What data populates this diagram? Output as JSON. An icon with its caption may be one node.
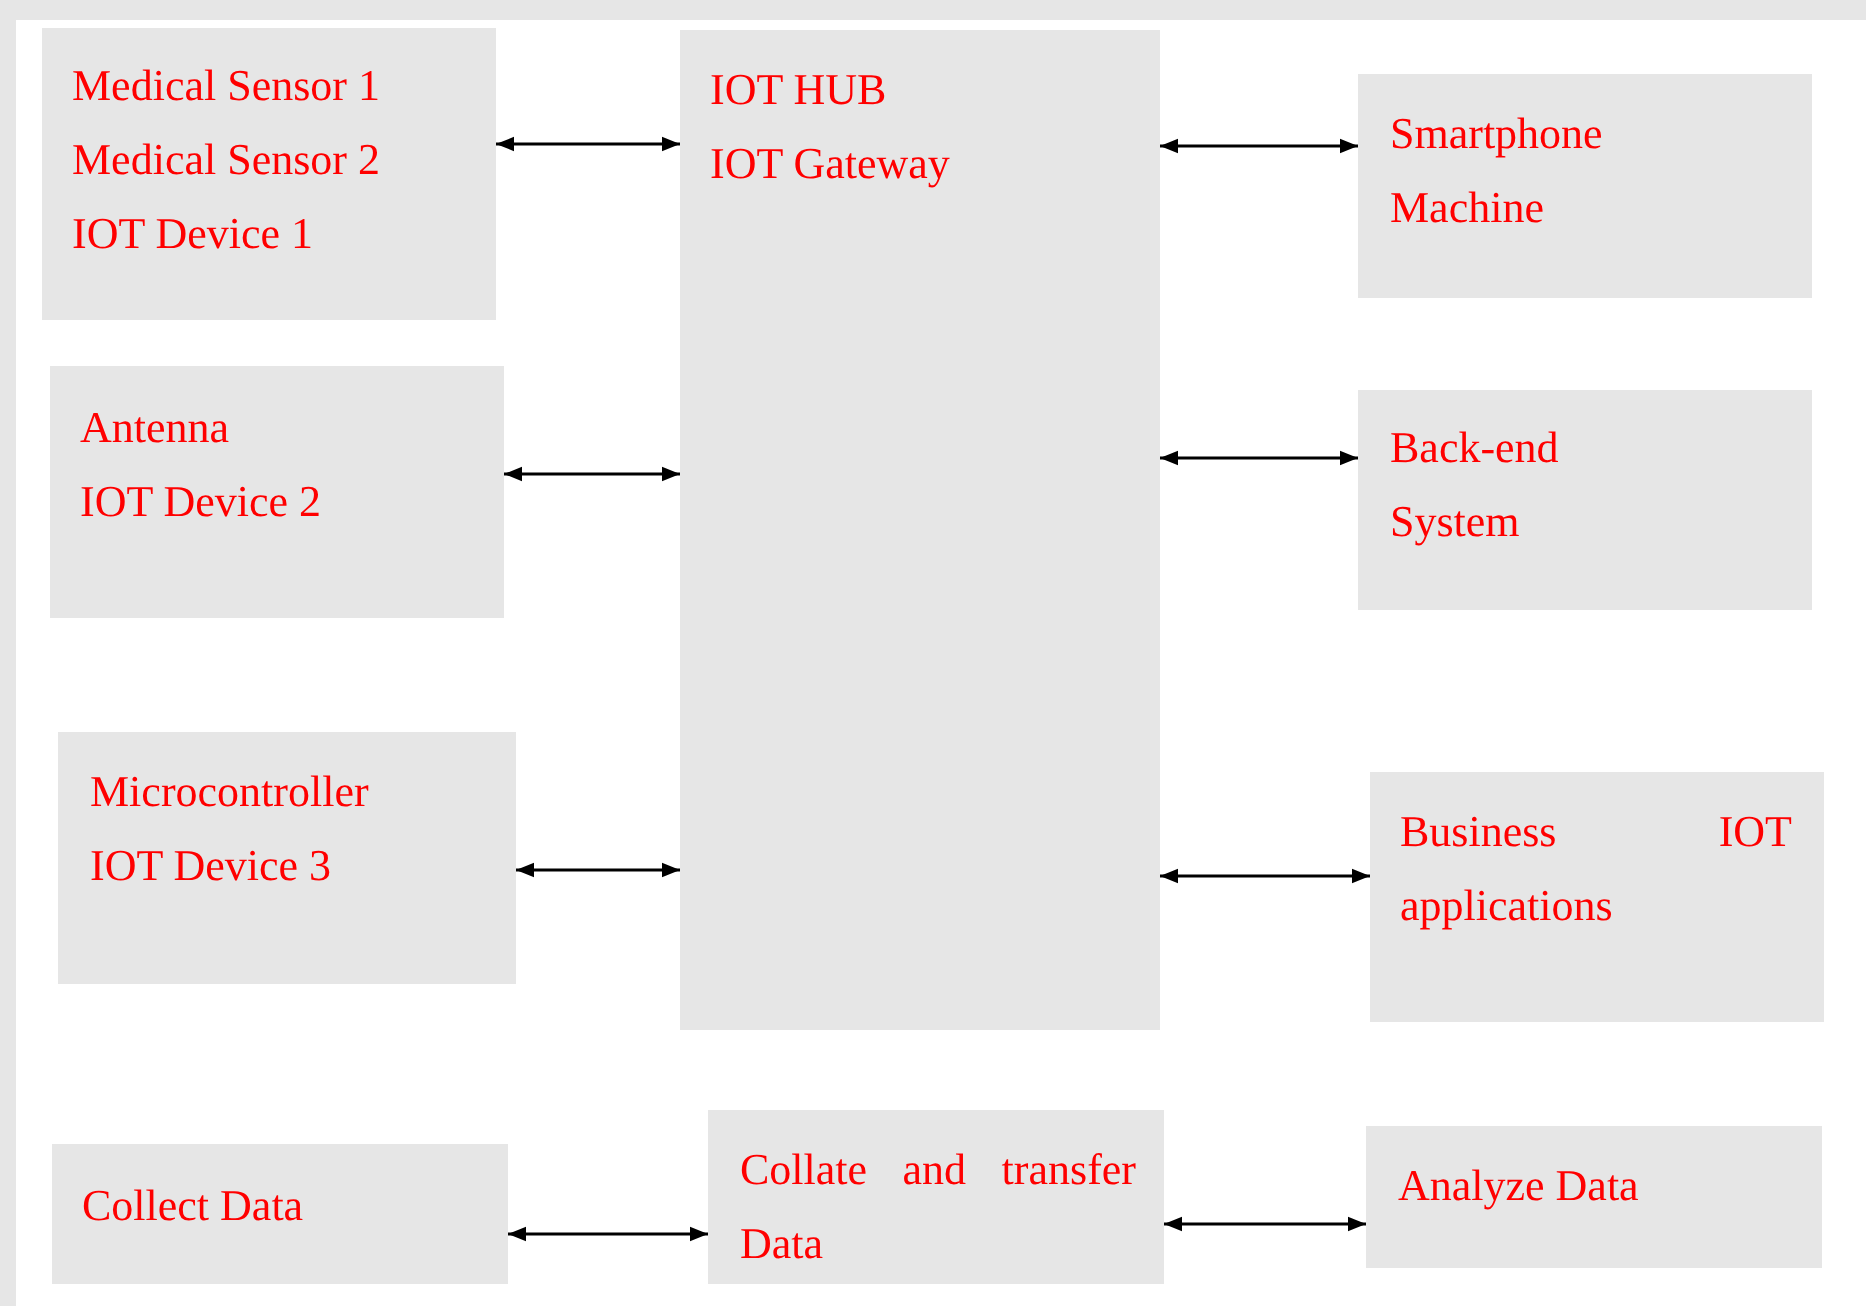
{
  "diagram": {
    "nodes": [
      {
        "text": [
          "Medical Sensor 1",
          "Medical Sensor 2",
          "IOT Device 1"
        ]
      },
      {
        "text": [
          "IOT HUB",
          "IOT Gateway"
        ]
      },
      {
        "text": [
          "Smartphone",
          "Machine"
        ]
      },
      {
        "text": [
          "Antenna",
          "IOT Device 2"
        ]
      },
      {
        "text": [
          "Back-end System"
        ]
      },
      {
        "text": [
          "Microcontroller",
          "IOT Device 3"
        ]
      },
      {
        "text": [
          "Business IOT applications"
        ]
      },
      {
        "text": [
          "Collect Data"
        ]
      },
      {
        "text": [
          "Collate and transfer Data"
        ]
      },
      {
        "text": [
          "Analyze Data"
        ]
      }
    ],
    "edges": [
      {
        "from": 0,
        "to": 1,
        "arrow": "both"
      },
      {
        "from": 3,
        "to": 1,
        "arrow": "both"
      },
      {
        "from": 5,
        "to": 1,
        "arrow": "both"
      },
      {
        "from": 1,
        "to": 2,
        "arrow": "both"
      },
      {
        "from": 1,
        "to": 4,
        "arrow": "both"
      },
      {
        "from": 1,
        "to": 6,
        "arrow": "both"
      },
      {
        "from": 7,
        "to": 8,
        "arrow": "both"
      },
      {
        "from": 8,
        "to": 9,
        "arrow": "both"
      }
    ]
  }
}
